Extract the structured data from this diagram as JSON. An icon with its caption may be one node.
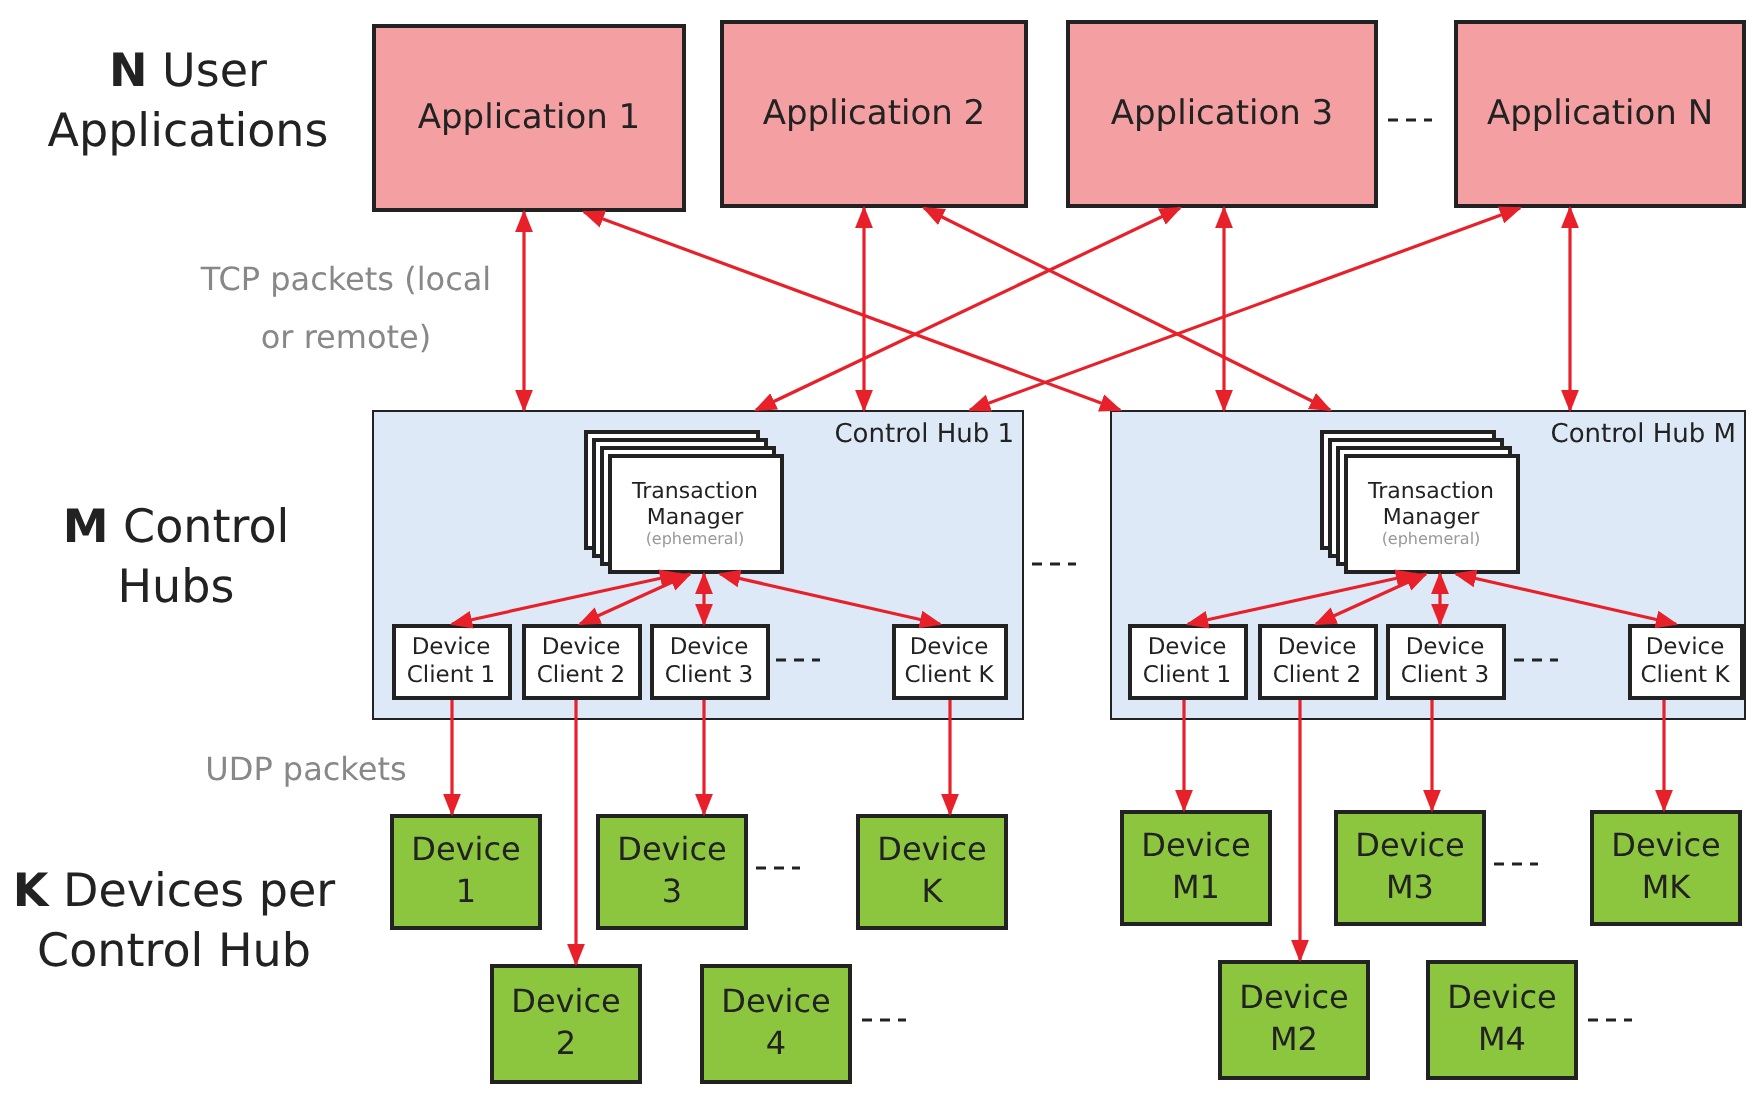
{
  "diagram": {
    "nodes": [
      {
        "text": [
          "Application 1"
        ]
      },
      {
        "text": [
          "Application 2"
        ]
      },
      {
        "text": [
          "Application 3"
        ]
      },
      {
        "text": [
          "Application N"
        ]
      },
      {
        "text": [
          "Control Hub 1"
        ]
      },
      {
        "text": [
          "Transaction Manager",
          "(ephemeral)"
        ],
        "in": 4
      },
      {
        "text": [
          "Device Client 1"
        ],
        "in": 4
      },
      {
        "text": [
          "Device Client 2"
        ],
        "in": 4
      },
      {
        "text": [
          "Device Client 3"
        ],
        "in": 4
      },
      {
        "text": [
          "Device Client K"
        ],
        "in": 4
      },
      {
        "text": [
          "Control Hub M"
        ]
      },
      {
        "text": [
          "Transaction Manager",
          "(ephemeral)"
        ],
        "in": 10
      },
      {
        "text": [
          "Device Client 1"
        ],
        "in": 10
      },
      {
        "text": [
          "Device Client 2"
        ],
        "in": 10
      },
      {
        "text": [
          "Device Client 3"
        ],
        "in": 10
      },
      {
        "text": [
          "Device Client K"
        ],
        "in": 10
      },
      {
        "text": [
          "Device 1"
        ]
      },
      {
        "text": [
          "Device 2"
        ]
      },
      {
        "text": [
          "Device 3"
        ]
      },
      {
        "text": [
          "Device 4"
        ]
      },
      {
        "text": [
          "Device K"
        ]
      },
      {
        "text": [
          "Device M1"
        ]
      },
      {
        "text": [
          "Device M2"
        ]
      },
      {
        "text": [
          "Device M3"
        ]
      },
      {
        "text": [
          "Device M4"
        ]
      },
      {
        "text": [
          "Device MK"
        ]
      }
    ],
    "edges": [
      {
        "from": 0,
        "to": 4,
        "arrow": "both"
      },
      {
        "from": 0,
        "to": 10,
        "arrow": "both"
      },
      {
        "from": 1,
        "to": 4,
        "arrow": "both"
      },
      {
        "from": 1,
        "to": 10,
        "arrow": "both"
      },
      {
        "from": 2,
        "to": 4,
        "arrow": "both"
      },
      {
        "from": 2,
        "to": 10,
        "arrow": "both"
      },
      {
        "from": 3,
        "to": 4,
        "arrow": "both"
      },
      {
        "from": 3,
        "to": 10,
        "arrow": "both"
      },
      {
        "from": 5,
        "to": 6,
        "arrow": "both"
      },
      {
        "from": 5,
        "to": 7,
        "arrow": "both"
      },
      {
        "from": 5,
        "to": 8,
        "arrow": "both"
      },
      {
        "from": 5,
        "to": 9,
        "arrow": "both"
      },
      {
        "from": 11,
        "to": 12,
        "arrow": "both"
      },
      {
        "from": 11,
        "to": 13,
        "arrow": "both"
      },
      {
        "from": 11,
        "to": 14,
        "arrow": "both"
      },
      {
        "from": 11,
        "to": 15,
        "arrow": "both"
      },
      {
        "from": 6,
        "to": 16,
        "arrow": "to"
      },
      {
        "from": 7,
        "to": 17,
        "arrow": "to"
      },
      {
        "from": 8,
        "to": 18,
        "arrow": "to"
      },
      {
        "from": 9,
        "to": 20,
        "arrow": "to"
      },
      {
        "from": 12,
        "to": 21,
        "arrow": "to"
      },
      {
        "from": 13,
        "to": 22,
        "arrow": "to"
      },
      {
        "from": 14,
        "to": 23,
        "arrow": "to"
      },
      {
        "from": 15,
        "to": 25,
        "arrow": "to"
      }
    ],
    "labels": [
      "**N** User Applications",
      "TCP packets (local or remote)",
      "**M** Control Hubs",
      "UDP packets",
      "**K** Devices per Control Hub"
    ]
  }
}
